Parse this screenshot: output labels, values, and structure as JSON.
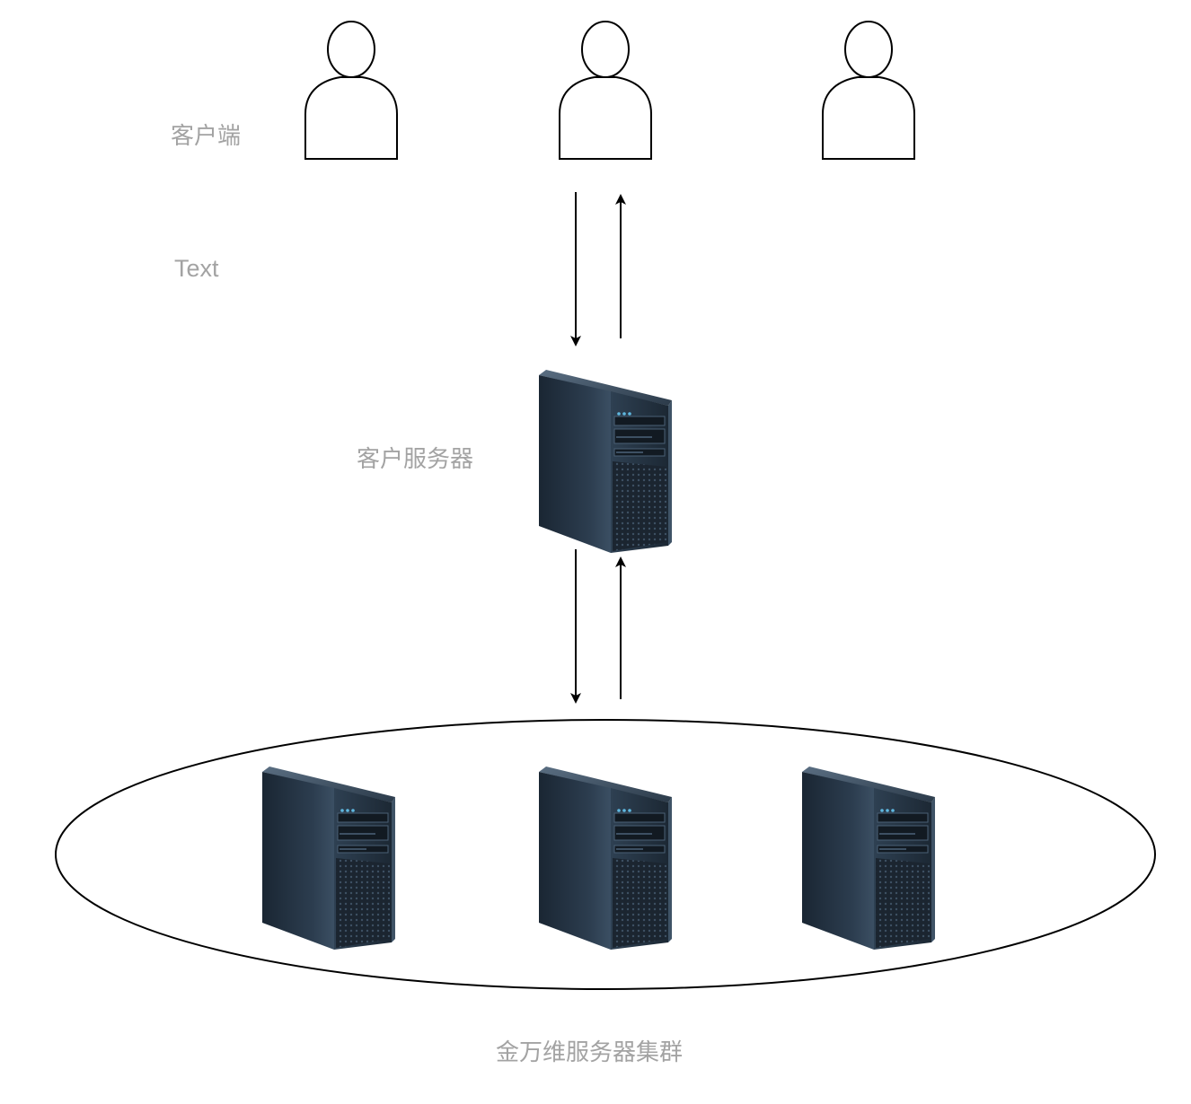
{
  "labels": {
    "client": "客户端",
    "text": "Text",
    "client_server": "客户服务器",
    "cluster": "金万维服务器集群"
  },
  "icons": {
    "user": "user-icon",
    "server": "server-tower-icon"
  },
  "colors": {
    "stroke": "#000000",
    "label": "#a3a3a3",
    "server_body": "#1f2d3b",
    "server_front": "#2a3a4a",
    "server_led": "#5fb8e0"
  }
}
